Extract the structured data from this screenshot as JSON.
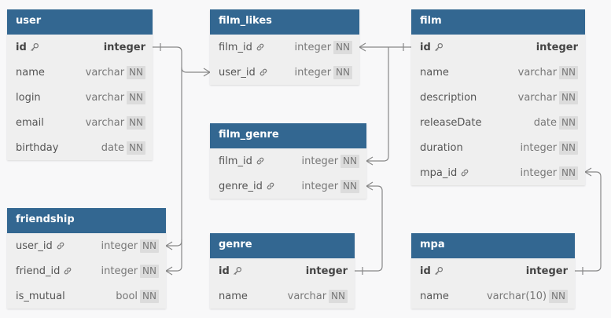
{
  "tables": [
    {
      "id": "user",
      "name": "user",
      "fields": [
        {
          "name": "id",
          "type": "integer",
          "key": "pk",
          "nn": ""
        },
        {
          "name": "name",
          "type": "varchar",
          "key": "",
          "nn": "NN"
        },
        {
          "name": "login",
          "type": "varchar",
          "key": "",
          "nn": "NN"
        },
        {
          "name": "email",
          "type": "varchar",
          "key": "",
          "nn": "NN"
        },
        {
          "name": "birthday",
          "type": "date",
          "key": "",
          "nn": "NN"
        }
      ]
    },
    {
      "id": "film_likes",
      "name": "film_likes",
      "fields": [
        {
          "name": "film_id",
          "type": "integer",
          "key": "fk",
          "nn": "NN"
        },
        {
          "name": "user_id",
          "type": "integer",
          "key": "fk",
          "nn": "NN"
        }
      ]
    },
    {
      "id": "film",
      "name": "film",
      "fields": [
        {
          "name": "id",
          "type": "integer",
          "key": "pk",
          "nn": ""
        },
        {
          "name": "name",
          "type": "varchar",
          "key": "",
          "nn": "NN"
        },
        {
          "name": "description",
          "type": "varchar",
          "key": "",
          "nn": "NN"
        },
        {
          "name": "releaseDate",
          "type": "date",
          "key": "",
          "nn": "NN"
        },
        {
          "name": "duration",
          "type": "integer",
          "key": "",
          "nn": "NN"
        },
        {
          "name": "mpa_id",
          "type": "integer",
          "key": "fk",
          "nn": "NN"
        }
      ]
    },
    {
      "id": "film_genre",
      "name": "film_genre",
      "fields": [
        {
          "name": "film_id",
          "type": "integer",
          "key": "fk",
          "nn": "NN"
        },
        {
          "name": "genre_id",
          "type": "integer",
          "key": "fk",
          "nn": "NN"
        }
      ]
    },
    {
      "id": "friendship",
      "name": "friendship",
      "fields": [
        {
          "name": "user_id",
          "type": "integer",
          "key": "fk",
          "nn": "NN"
        },
        {
          "name": "friend_id",
          "type": "integer",
          "key": "fk",
          "nn": "NN"
        },
        {
          "name": "is_mutual",
          "type": "bool",
          "key": "",
          "nn": "NN"
        }
      ]
    },
    {
      "id": "genre",
      "name": "genre",
      "fields": [
        {
          "name": "id",
          "type": "integer",
          "key": "pk",
          "nn": ""
        },
        {
          "name": "name",
          "type": "varchar",
          "key": "",
          "nn": "NN"
        }
      ]
    },
    {
      "id": "mpa",
      "name": "mpa",
      "fields": [
        {
          "name": "id",
          "type": "integer",
          "key": "pk",
          "nn": ""
        },
        {
          "name": "name",
          "type": "varchar(10)",
          "key": "",
          "nn": "NN"
        }
      ]
    }
  ],
  "relations": [
    {
      "from": "user.id",
      "to": "film_likes.user_id",
      "cardinality": "one-to-many"
    },
    {
      "from": "user.id",
      "to": "friendship.user_id",
      "cardinality": "one-to-many"
    },
    {
      "from": "user.id",
      "to": "friendship.friend_id",
      "cardinality": "one-to-many"
    },
    {
      "from": "film.id",
      "to": "film_likes.film_id",
      "cardinality": "one-to-many"
    },
    {
      "from": "film.id",
      "to": "film_genre.film_id",
      "cardinality": "one-to-many"
    },
    {
      "from": "genre.id",
      "to": "film_genre.genre_id",
      "cardinality": "one-to-many"
    },
    {
      "from": "mpa.id",
      "to": "film.mpa_id",
      "cardinality": "one-to-many"
    }
  ],
  "colors": {
    "header": "#336791",
    "body": "#efefef",
    "badge": "#dcdcdc",
    "line": "#888888",
    "background": "#f8f8f9"
  },
  "icons": {
    "primary_key": "key-icon",
    "foreign_key": "link-icon"
  }
}
